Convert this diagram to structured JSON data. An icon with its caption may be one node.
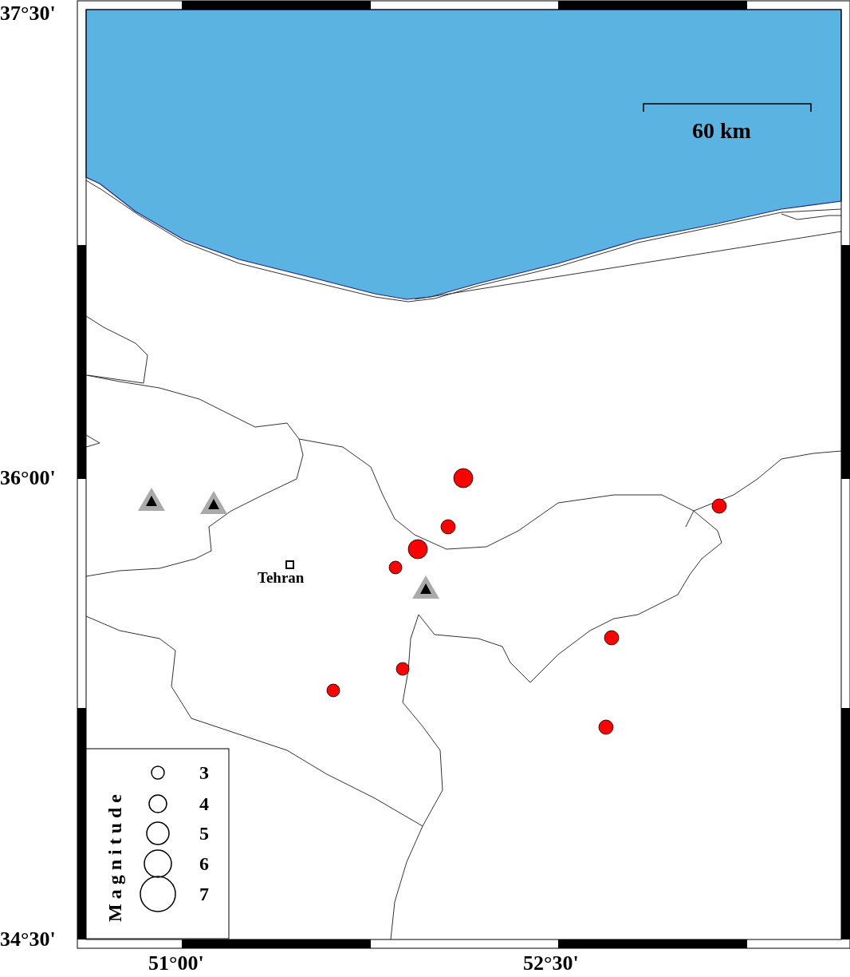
{
  "diagram": {
    "labels": [
      "37°30'",
      "36°00'",
      "34°30'",
      "51°00'",
      "52°30'",
      "60 km",
      "Tehran",
      "Magnitude"
    ],
    "legend": [
      {
        "text": "3"
      },
      {
        "text": "4"
      },
      {
        "text": "5"
      },
      {
        "text": "6"
      },
      {
        "text": "7"
      }
    ]
  }
}
